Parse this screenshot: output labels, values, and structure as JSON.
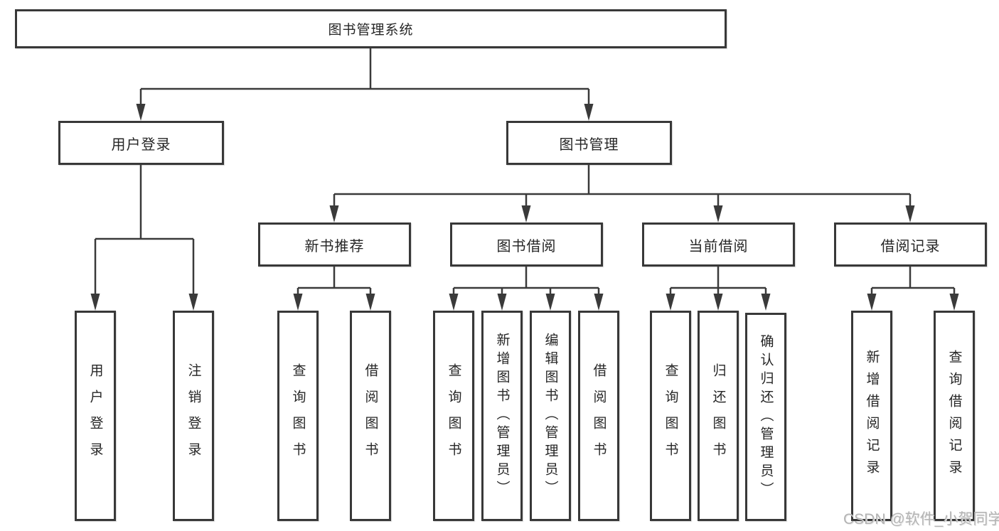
{
  "tree": {
    "root": "图书管理系统",
    "branches": [
      {
        "label": "用户登录",
        "children": [
          "用户登录",
          "注销登录"
        ]
      },
      {
        "label": "图书管理",
        "sub": [
          {
            "label": "新书推荐",
            "children": [
              "查询图书",
              "借阅图书"
            ]
          },
          {
            "label": "图书借阅",
            "children": [
              "查询图书",
              "新增图书（管理员）",
              "编辑图书（管理员）",
              "借阅图书"
            ]
          },
          {
            "label": "当前借阅",
            "children": [
              "查询图书",
              "归还图书",
              "确认归还（管理员）"
            ]
          },
          {
            "label": "借阅记录",
            "children": [
              "新增借阅记录",
              "查询借阅记录"
            ]
          }
        ]
      }
    ]
  },
  "watermark": "CSDN @软件_小贺同学",
  "colors": {
    "line": "#3a3a3a",
    "box_border": "#383838",
    "text": "#262626",
    "watermark": "#b4b4b4",
    "background": "#ffffff"
  }
}
